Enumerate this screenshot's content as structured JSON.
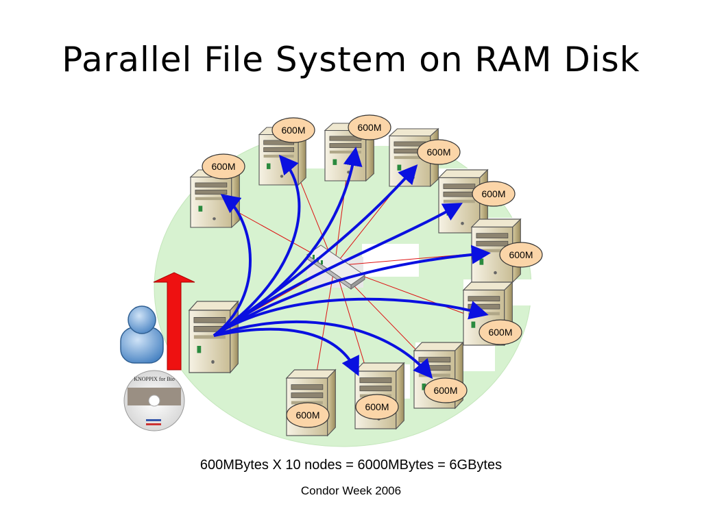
{
  "slide": {
    "title": "Parallel File System on RAM Disk",
    "caption": "600MBytes X 10 nodes = 6000MBytes = 6GBytes",
    "footer": "Condor Week 2006"
  },
  "diagram": {
    "cd_title": "KNOPPIX for Bio",
    "memory_labels": [
      "600M",
      "600M",
      "600M",
      "600M",
      "600M",
      "600M",
      "600M",
      "600M",
      "600M",
      "600M"
    ],
    "colors": {
      "cluster_fill": "#d7f2d0",
      "arrow": "#0a10e0",
      "link": "#dd1111",
      "upload_arrow": "#ee1111",
      "memory_badge": "#fbd5a8"
    },
    "icons": [
      "server-icon",
      "user-icon",
      "cd-icon",
      "network-switch-icon"
    ]
  }
}
